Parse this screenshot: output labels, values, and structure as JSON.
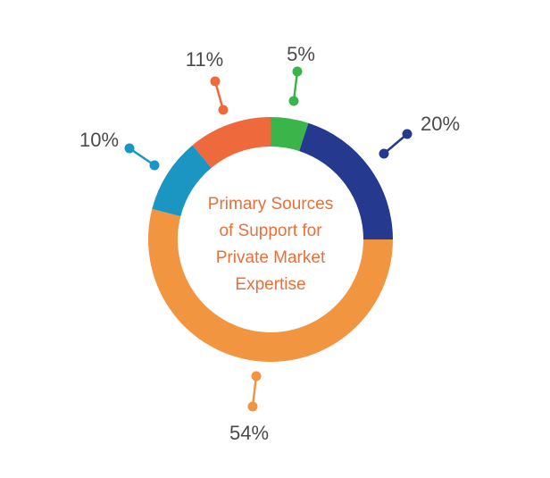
{
  "chart_data": {
    "type": "pie",
    "title_lines": [
      "Primary Sources",
      "of Support for",
      "Private Market",
      "Expertise"
    ],
    "slices": [
      {
        "value": 5,
        "label": "5%",
        "color": "#3bb54a"
      },
      {
        "value": 20,
        "label": "20%",
        "color": "#253a8e"
      },
      {
        "value": 54,
        "label": "54%",
        "color": "#f29540"
      },
      {
        "value": 10,
        "label": "10%",
        "color": "#1b96c3"
      },
      {
        "value": 11,
        "label": "11%",
        "color": "#ee6a3c"
      }
    ],
    "donut": true,
    "start": "top",
    "direction": "clockwise"
  }
}
